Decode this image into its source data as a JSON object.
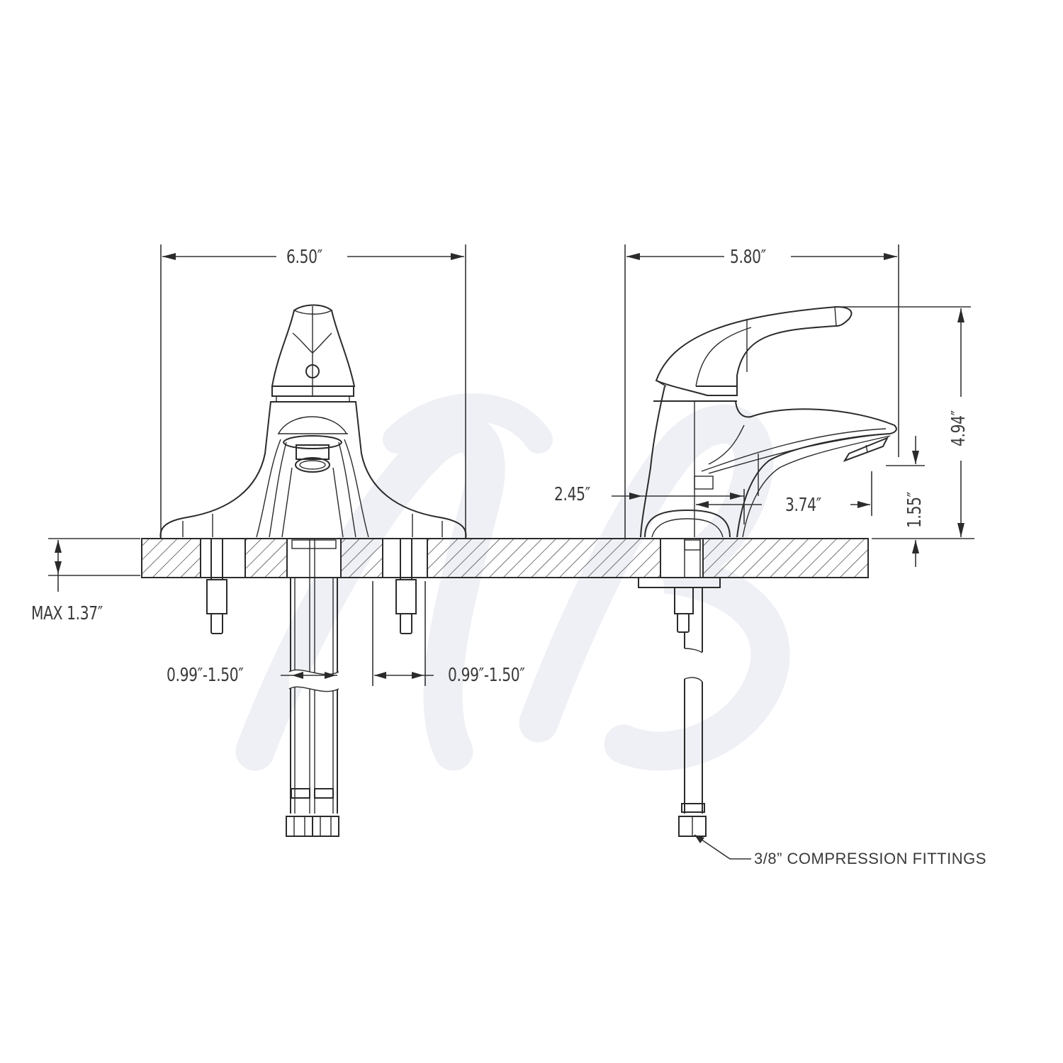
{
  "drawing": {
    "subject": "Single-handle faucet dimension drawing",
    "views": [
      "front",
      "side"
    ],
    "line_color": "#2b2b2b",
    "watermark_color": "#eef0f5"
  },
  "dimensions": {
    "front_width": "6.50″",
    "side_depth": "5.80″",
    "overall_height": "4.94″",
    "spout_clearance": "1.55″",
    "base_depth": "2.45″",
    "spout_reach": "3.74″",
    "deck_thickness": "MAX 1.37″",
    "left_hole_range": "0.99″-1.50″",
    "right_hole_range": "0.99″-1.50″"
  },
  "callouts": {
    "fittings": "3/8” COMPRESSION FITTINGS"
  },
  "icons": {
    "watermark": "brand-monogram-watermark",
    "hatch": "section-hatch-pattern"
  }
}
